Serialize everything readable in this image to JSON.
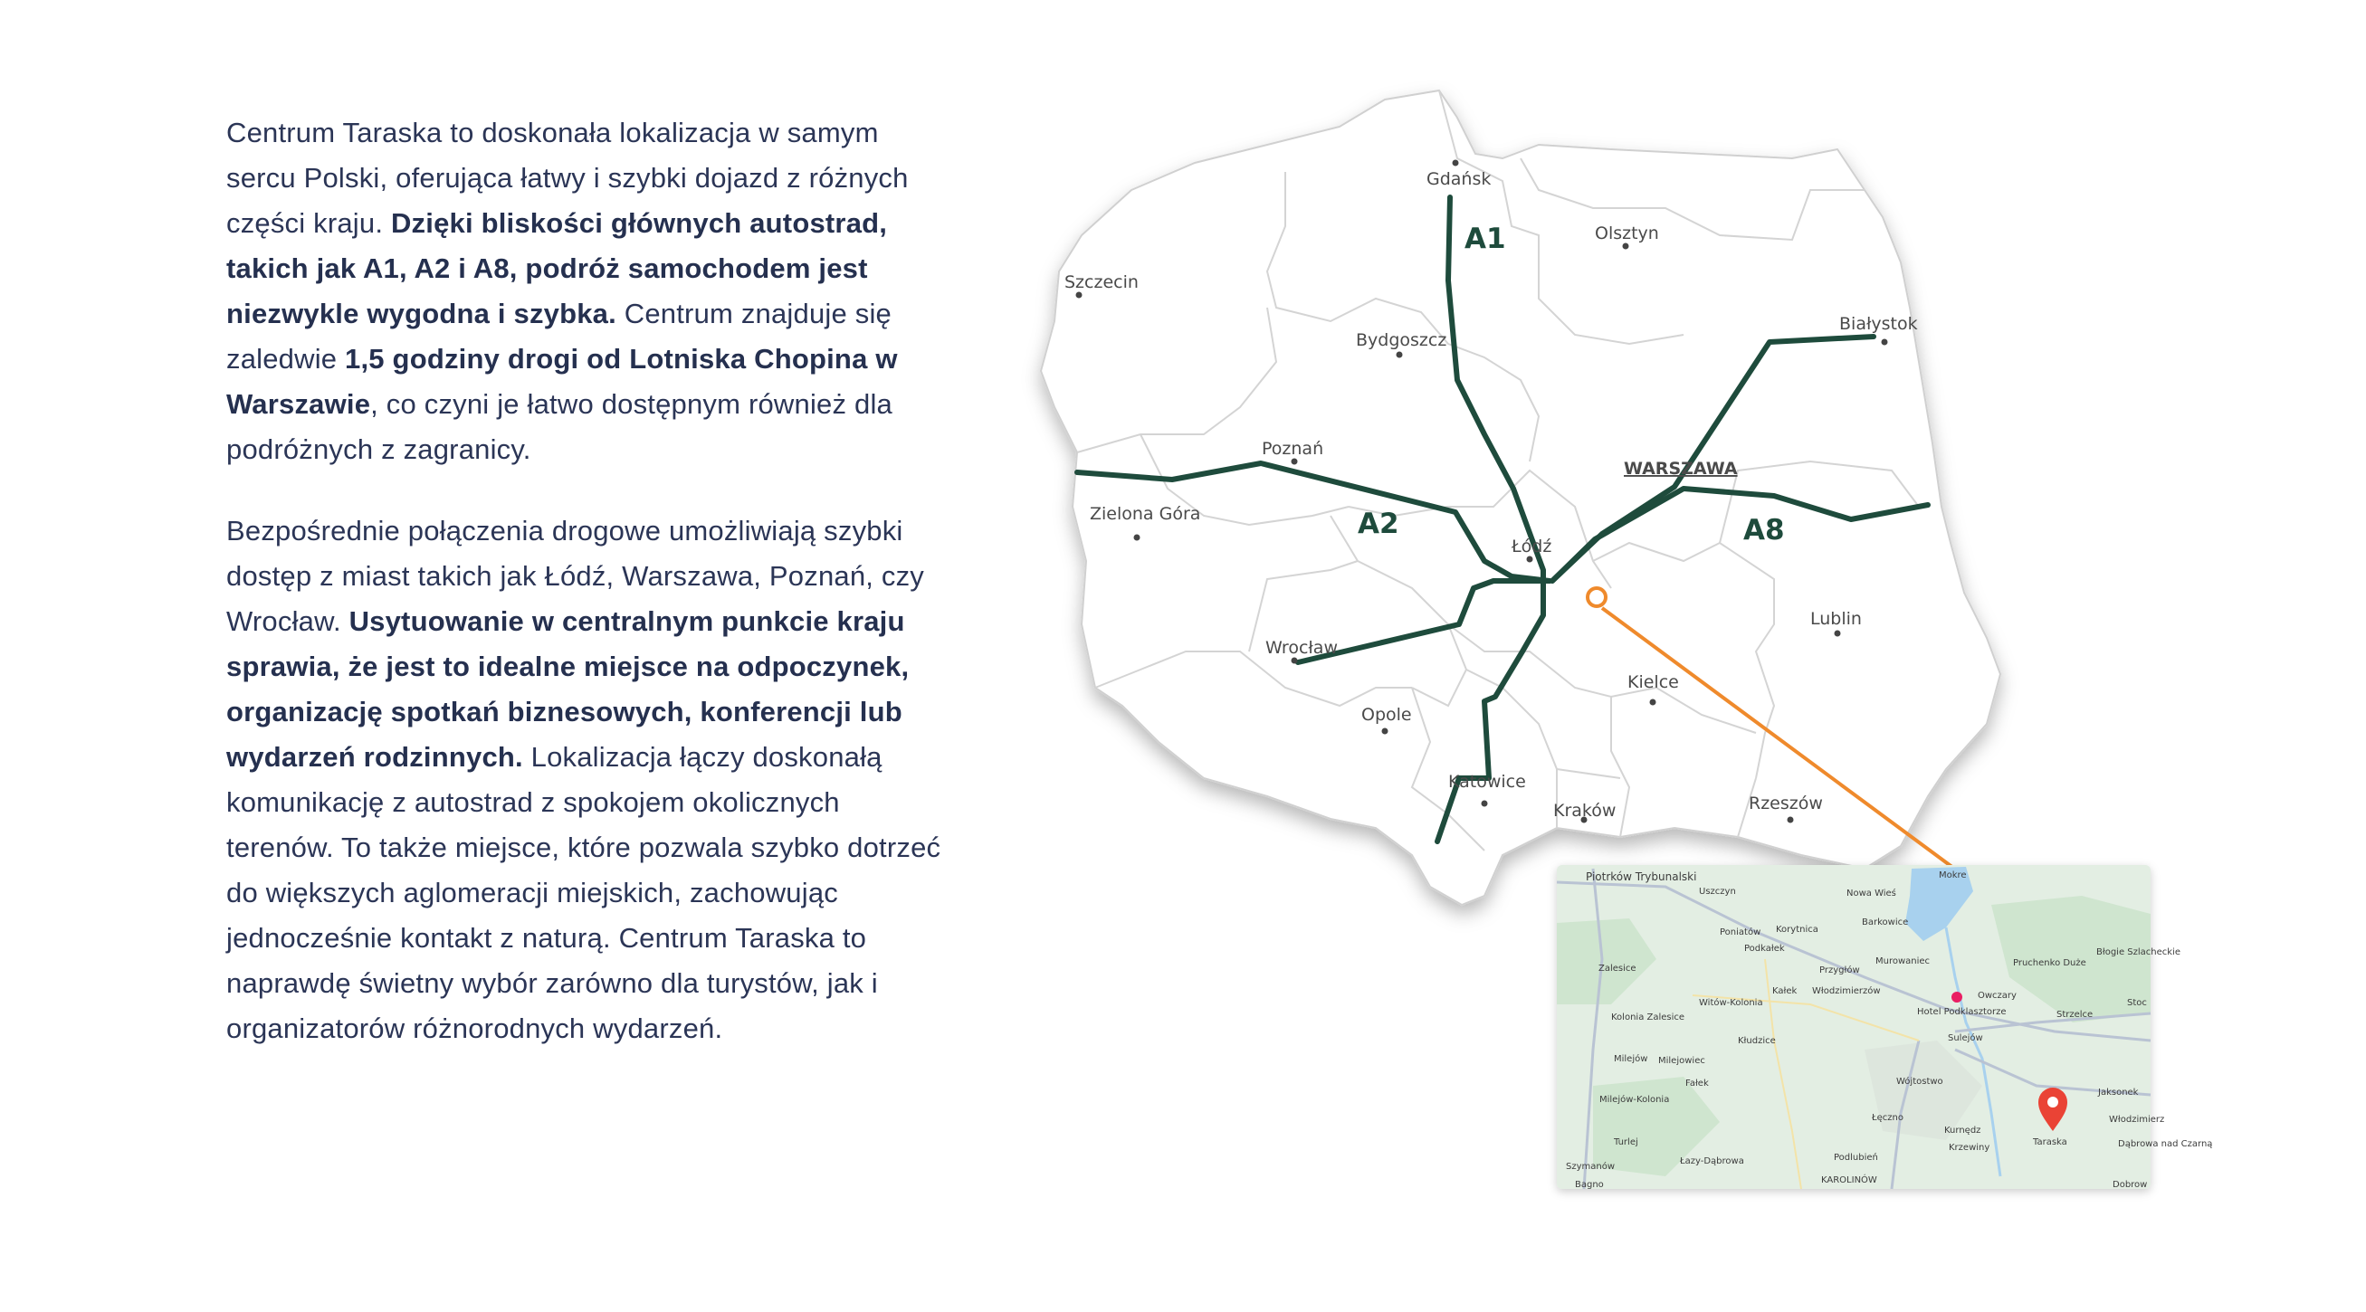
{
  "paragraph1": {
    "p1": "Centrum Taraska to doskonała lokalizacja w samym sercu Polski, oferująca łatwy i szybki dojazd z różnych części kraju. ",
    "b1": "Dzięki bliskości głównych autostrad, takich jak A1, A2 i A8, podróż samochodem jest niezwykle wygodna i szybka.",
    "p2": " Centrum znajduje się zaledwie ",
    "b2": "1,5 godziny drogi od Lotniska Chopina w Warszawie",
    "p3": ", co czyni je łatwo dostępnym również dla podróżnych z zagranicy."
  },
  "paragraph2": {
    "p1": "Bezpośrednie połączenia drogowe umożliwiają szybki dostęp z miast takich jak Łódź, Warszawa, Poznań, czy Wrocław. ",
    "b1": "Usytuowanie w centralnym punkcie kraju sprawia, że jest to idealne miejsce na odpoczynek, organizację spotkań biznesowych, konferencji lub wydarzeń rodzinnych.",
    "p2": " Lokalizacja łączy doskonałą komunikację z autostrad z spokojem okolicznych terenów. To także miejsce, które pozwala szybko dotrzeć do większych aglomeracji miejskich, zachowując jednocześnie kontakt z naturą. Centrum Taraska to naprawdę świetny wybór zarówno dla turystów, jak i organizatorów różnorodnych wydarzeń."
  },
  "map": {
    "cities": {
      "gdansk": "Gdańsk",
      "olsztyn": "Olsztyn",
      "szczecin": "Szczecin",
      "bydgoszcz": "Bydgoszcz",
      "bialystok": "Białystok",
      "poznan": "Poznań",
      "warszawa": "WARSZAWA",
      "zielona_gora": "Zielona Góra",
      "lodz": "Łódź",
      "lublin": "Lublin",
      "wroclaw": "Wrocław",
      "kielce": "Kielce",
      "opole": "Opole",
      "katowice": "Katowice",
      "krakow": "Kraków",
      "rzeszow": "Rzeszów"
    },
    "roads": {
      "a1": "A1",
      "a2": "A2",
      "a8": "A8"
    },
    "colors": {
      "road": "#1e4b3c",
      "connector": "#ef8a2c",
      "land": "#ffffff",
      "border": "#c8c8c8"
    }
  },
  "inset": {
    "places": {
      "piotrkow": "Piotrków Trybunalski",
      "uszczyn": "Uszczyn",
      "nowa_wies": "Nowa Wieś",
      "mokre": "Mokre",
      "barkowice": "Barkowice",
      "korytnica": "Korytnica",
      "poniatow": "Poniatów",
      "podkalek": "Podkałek",
      "przyglow": "Przygłów",
      "murowaniec": "Murowaniec",
      "zalesice": "Zalesice",
      "pruchenko": "Pruchenko Duże",
      "blogie": "Błogie Szlacheckie",
      "owczary": "Owczary",
      "witow": "Witów-Kolonia",
      "kalek": "Kałek",
      "wlodzimierzow": "Włodzimierzów",
      "hotel": "Hotel Podklasztorze",
      "kolonia_zalesice": "Kolonia Zalesice",
      "strzelce": "Strzelce",
      "stoc": "Stoc",
      "sulejow": "Sulejów",
      "kludzice": "Kłudzice",
      "milejow": "Milejów",
      "milejowiec": "Milejowiec",
      "wojtostwo": "Wójtostwo",
      "falek": "Fałek",
      "jaksonek": "Jaksonek",
      "milejow_kolonia": "Milejów-Kolonia",
      "leczno": "Łęczno",
      "kurnedz": "Kurnędz",
      "wlodzimierz2": "Włodzimierz",
      "turlej": "Turlej",
      "krzewiny": "Krzewiny",
      "taraska": "Taraska",
      "dabrowa": "Dąbrowa nad Czarną",
      "szymanow": "Szymanów",
      "lazy": "Łazy-Dąbrowa",
      "podlubien": "Podlubień",
      "bogusławice": "Bagno",
      "karolinow": "KAROLINÓW",
      "dobrow": "Dobrow"
    },
    "colors": {
      "background": "#e3eee3",
      "forest": "#cfe5cf",
      "water": "#a8d1ee",
      "road_main": "#b9c3d3",
      "pin": "#ea4335"
    }
  }
}
